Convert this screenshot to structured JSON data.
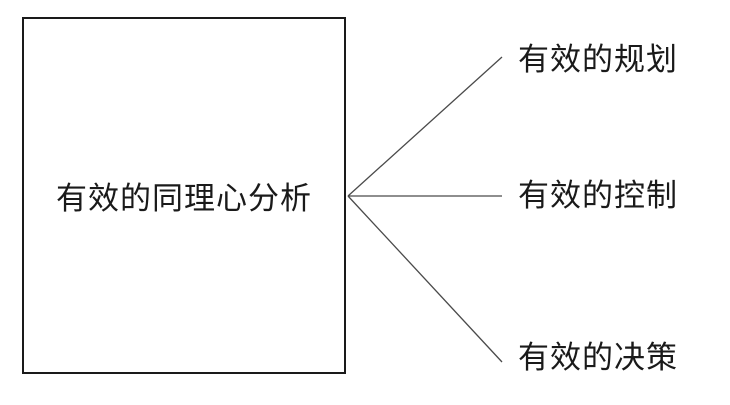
{
  "diagram": {
    "root": {
      "label": "有效的同理心分析"
    },
    "branches": [
      {
        "label": "有效的规划"
      },
      {
        "label": "有效的控制"
      },
      {
        "label": "有效的决策"
      }
    ],
    "colors": {
      "line": "#4a4a4a",
      "border": "#1a1a1a",
      "text": "#1a1a1a"
    }
  }
}
